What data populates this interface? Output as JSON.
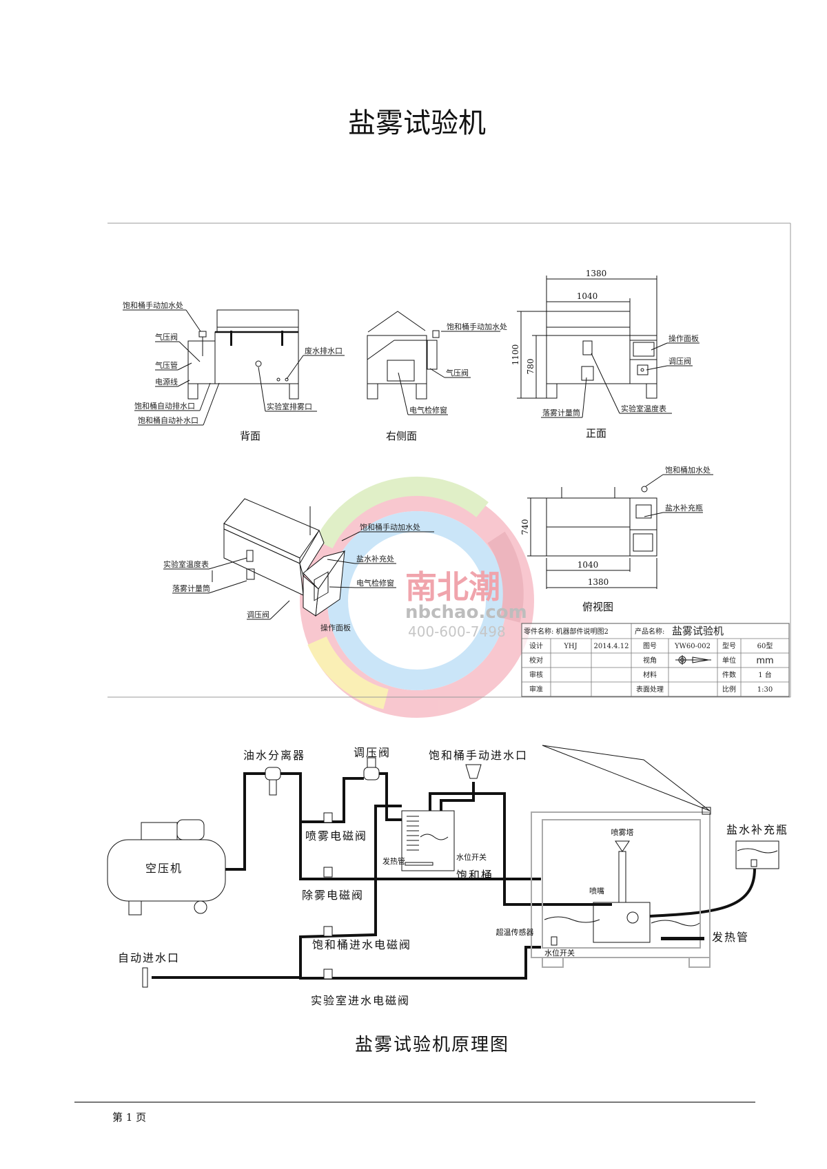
{
  "title": "盐雾试验机",
  "views": {
    "back": {
      "caption": "背面",
      "labels": [
        "饱和桶手动加水处",
        "气压阀",
        "气压管",
        "电源线",
        "饱和桶自动排水口",
        "饱和桶自动补水口",
        "废水排水口",
        "实验室排雾口"
      ]
    },
    "right": {
      "caption": "右侧面",
      "labels": [
        "饱和桶手动加水处",
        "气压阀",
        "电气检修窗"
      ]
    },
    "front": {
      "caption": "正面",
      "labels": [
        "操作面板",
        "调压阀",
        "实验室温度表",
        "落雾计量筒"
      ],
      "dims": [
        "1380",
        "1040",
        "1100",
        "780"
      ]
    },
    "perspective": {
      "labels": [
        "饱和桶手动加水处",
        "盐水补充处",
        "电气检修窗",
        "实验室温度表",
        "落雾计量筒",
        "调压阀",
        "操作面板"
      ]
    },
    "top": {
      "caption": "俯视图",
      "labels": [
        "饱和桶加水处",
        "盐水补充瓶"
      ],
      "dims": [
        "740",
        "1040",
        "1380"
      ]
    }
  },
  "title_block": {
    "part_name": "零件名称: 机器部件说明图2",
    "product_label": "产品名称:",
    "product_name": "盐雾试验机",
    "rows": [
      [
        "设计",
        "YHJ",
        "2014.4.12",
        "图号",
        "YW60-002",
        "型号",
        "60型"
      ],
      [
        "校对",
        "",
        "",
        "视角",
        "",
        "单位",
        "mm"
      ],
      [
        "审核",
        "",
        "",
        "材料",
        "",
        "件数",
        "1 台"
      ],
      [
        "审准",
        "",
        "",
        "表面处理",
        "",
        "比例",
        "1:30"
      ]
    ]
  },
  "watermark": {
    "brand": "南北潮",
    "site": "nbchao.com",
    "phone": "400-600-7498"
  },
  "schematic": {
    "caption": "盐雾试验机原理图",
    "labels": {
      "compressor": "空压机",
      "separator": "油水分离器",
      "regulator": "调压阀",
      "manual_inlet": "饱和桶手动进水口",
      "spray_valve": "喷雾电磁阀",
      "demist_valve": "除雾电磁阀",
      "sat_inlet_valve": "饱和桶进水电磁阀",
      "auto_inlet": "自动进水口",
      "lab_inlet_valve": "实验室进水电磁阀",
      "heater_small": "发热管",
      "level_switch_small": "水位开关",
      "sat_tank": "饱和桶",
      "spray_tower": "喷雾塔",
      "nozzle": "喷嘴",
      "overtemp_sensor": "超温传感器",
      "level_switch": "水位开关",
      "heater": "发热管",
      "brine_bottle": "盐水补充瓶"
    }
  },
  "footer": {
    "page": "第 1 页"
  }
}
